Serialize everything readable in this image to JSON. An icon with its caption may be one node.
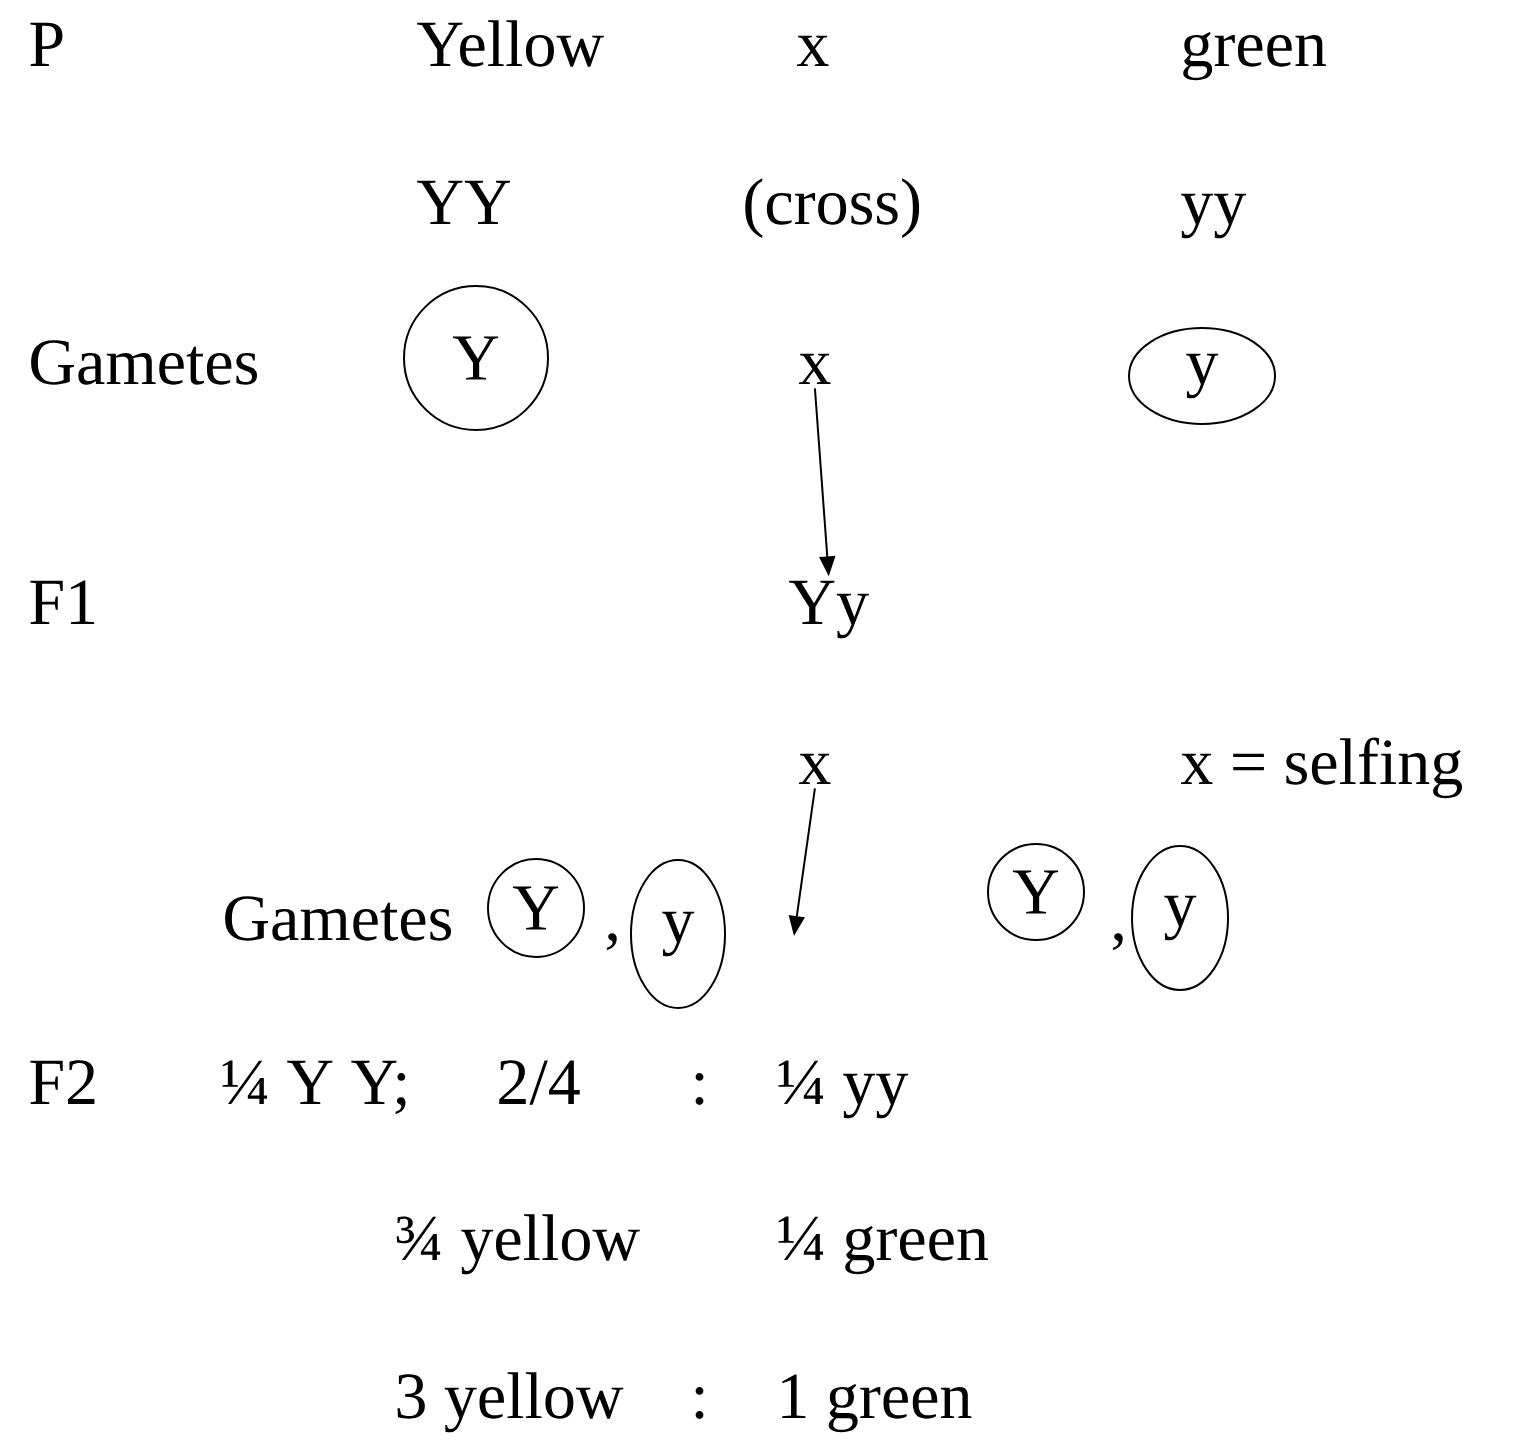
{
  "diagram": {
    "nodes": [
      {
        "text": [
          "Y"
        ]
      },
      {
        "text": [
          "y"
        ]
      },
      {
        "text": [
          "x"
        ]
      },
      {
        "text": [
          "Yy"
        ]
      },
      {
        "text": [
          "x"
        ]
      },
      {
        "text": [
          "Y"
        ]
      },
      {
        "text": [
          "y"
        ]
      },
      {
        "text": [
          "Y"
        ]
      },
      {
        "text": [
          "y"
        ]
      }
    ],
    "edges": [
      {
        "from": 2,
        "to": 3,
        "arrow": "to"
      },
      {
        "from": 4,
        "to": null,
        "arrow": "to"
      }
    ],
    "labels": [
      "P",
      "Yellow",
      "x",
      "green",
      "YY",
      "(cross)",
      "yy",
      "Gametes",
      "F1",
      "x  =  selfing",
      "Gametes",
      ",",
      ",",
      "F2",
      "¼ Y Y;",
      "2/4",
      ":",
      "¼ yy",
      "¾ yellow",
      "¼ green",
      "3 yellow",
      ":",
      "1 green"
    ]
  }
}
